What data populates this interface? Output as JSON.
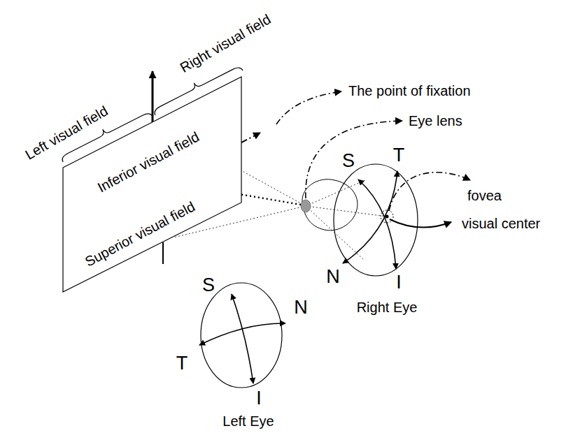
{
  "diagram": {
    "nodes": [
      {
        "text": [
          "Inferior visual field",
          "Superior visual field"
        ]
      },
      {
        "text": [
          "S",
          "T",
          "N",
          "I",
          "Right Eye"
        ]
      },
      {
        "text": [
          "S",
          "N",
          "T",
          "I",
          "Left Eye"
        ]
      }
    ],
    "labels": [
      "Left visual field",
      "Right visual field",
      "The point of fixation",
      "Eye lens",
      "fovea",
      "visual center"
    ]
  }
}
